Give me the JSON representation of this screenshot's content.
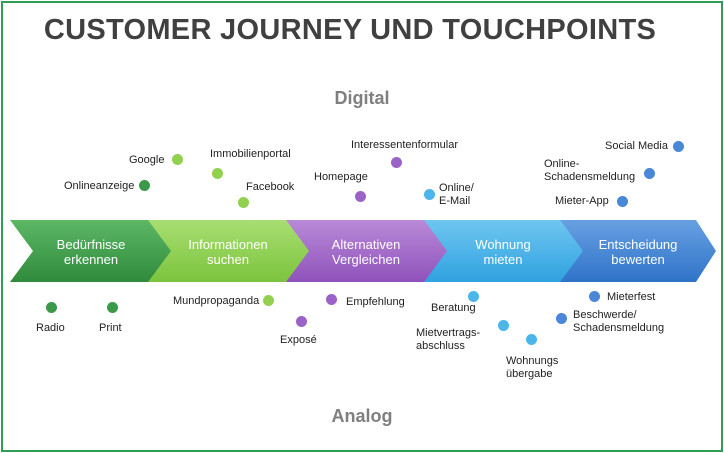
{
  "title": "CUSTOMER JOURNEY UND TOUCHPOINTS",
  "sections": {
    "digital": "Digital",
    "analog": "Analog"
  },
  "stages": [
    {
      "label_line1": "Bedürfnisse",
      "label_line2": "erkennen",
      "color": "#3d9a47"
    },
    {
      "label_line1": "Informationen",
      "label_line2": "suchen",
      "color": "#8fd14f"
    },
    {
      "label_line1": "Alternativen",
      "label_line2": "Vergleichen",
      "color": "#a461c9"
    },
    {
      "label_line1": "Wohnung",
      "label_line2": "mieten",
      "color": "#45b0ea"
    },
    {
      "label_line1": "Entscheidung",
      "label_line2": "bewerten",
      "color": "#3f84d6"
    }
  ],
  "touchpoints": {
    "digital": {
      "onlineanzeige": "Onlineanzeige",
      "google": "Google",
      "immobilienportal": "Immobilienportal",
      "facebook": "Facebook",
      "homepage": "Homepage",
      "interessentenformular": "Interessentenformular",
      "online_email_1": "Online/",
      "online_email_2": "E-Mail",
      "social_media": "Social Media",
      "online_schadensmeldung_1": "Online-",
      "online_schadensmeldung_2": "Schadensmeldung",
      "mieter_app": "Mieter-App"
    },
    "analog": {
      "radio": "Radio",
      "print": "Print",
      "mundpropaganda": "Mundpropaganda",
      "empfehlung": "Empfehlung",
      "expose": "Exposé",
      "beratung": "Beratung",
      "mietvertrag_1": "Mietvertrags-",
      "mietvertrag_2": "abschluss",
      "wohnungsuebergabe_1": "Wohnungs",
      "wohnungsuebergabe_2": "übergabe",
      "mieterfest": "Mieterfest",
      "beschwerde_1": "Beschwerde/",
      "beschwerde_2": "Schadensmeldung"
    }
  }
}
